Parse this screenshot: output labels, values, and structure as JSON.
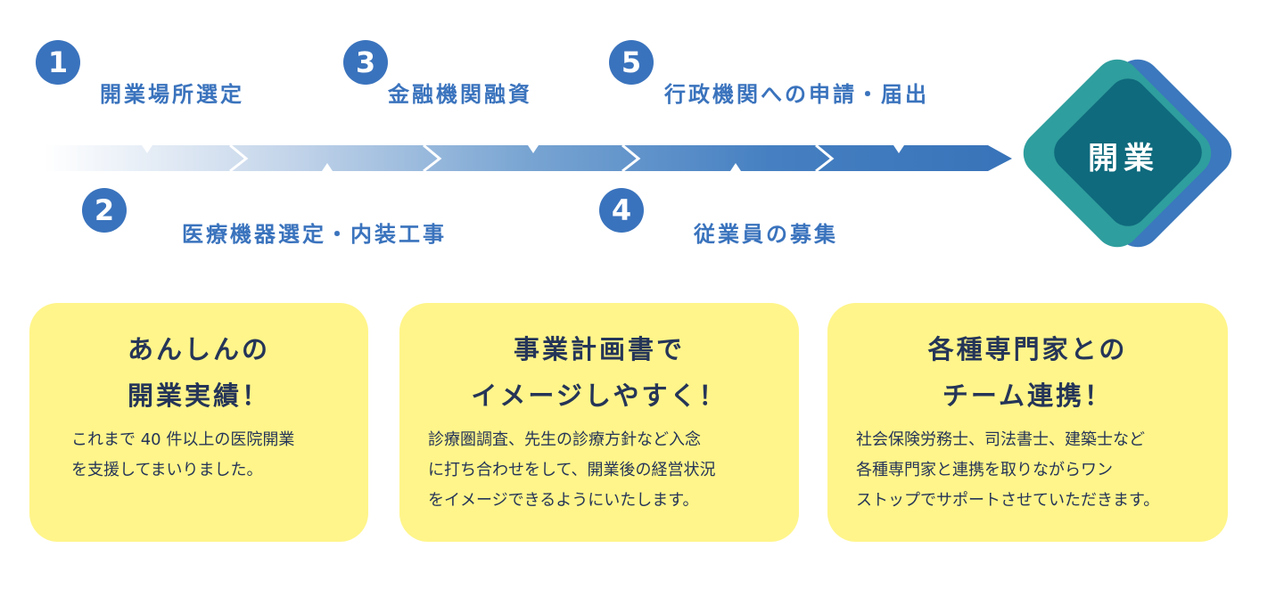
{
  "steps": [
    {
      "number": "1",
      "label": "開業場所選定"
    },
    {
      "number": "2",
      "label": "医療機器選定・内装工事"
    },
    {
      "number": "3",
      "label": "金融機関融資"
    },
    {
      "number": "4",
      "label": "従業員の募集"
    },
    {
      "number": "5",
      "label": "行政機関への申請・届出"
    }
  ],
  "goal": "開業",
  "colors": {
    "step": "#3a73bd",
    "goal_teal": "#2f9e9e",
    "goal_blue": "#3b78bd",
    "goal_center": "#0f6a7d",
    "card": "#fff58a",
    "text": "#253558"
  },
  "cards": [
    {
      "title": "あんしんの\n開業実績！",
      "body": "これまで 40 件以上の医院開業\nを支援してまいりました。"
    },
    {
      "title": "事業計画書で\nイメージしやすく！",
      "body": "診療圏調査、先生の診療方針など入念\nに打ち合わせをして、開業後の経営状況\nをイメージできるようにいたします。"
    },
    {
      "title": "各種専門家との\nチーム連携！",
      "body": "社会保険労務士、司法書士、建築士など\n各種専門家と連携を取りながらワン\nストップでサポートさせていただきます。"
    }
  ]
}
